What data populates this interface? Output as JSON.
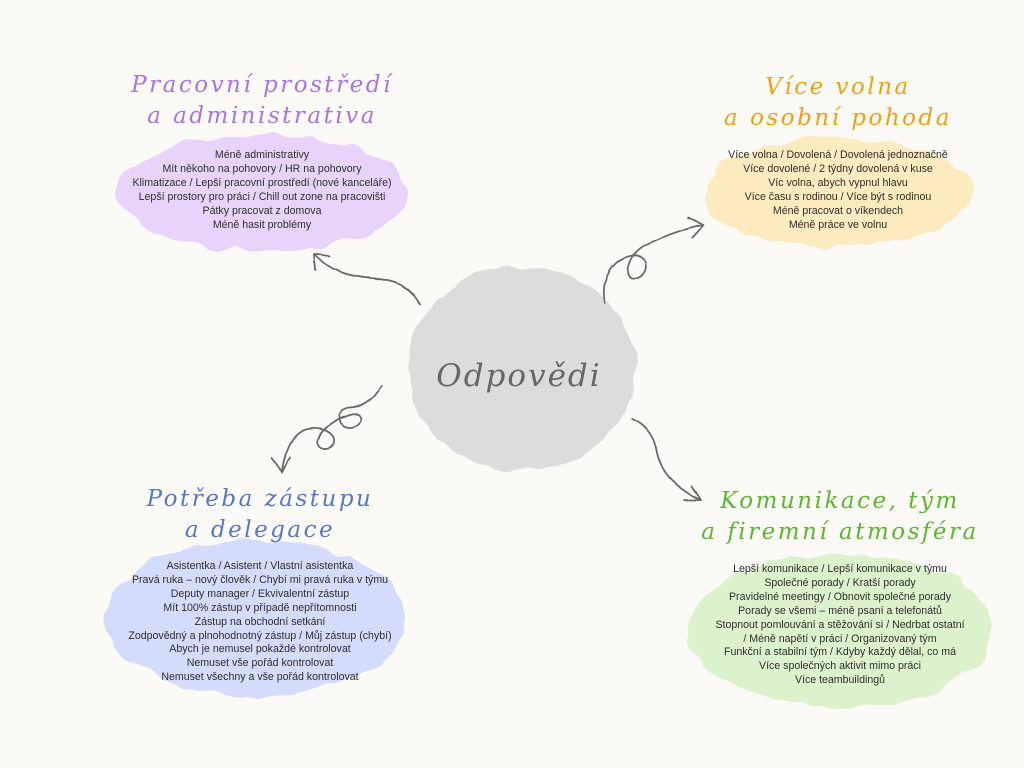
{
  "center": {
    "label": "Odpovědi"
  },
  "branches": {
    "top_left": {
      "title_line1": "Pracovní prostředí",
      "title_line2": "a administrativa",
      "color": "#a874e0",
      "blob_color": "#e8d4fa",
      "items": [
        "Méně administrativy",
        "Mít někoho na pohovory / HR na pohovory",
        "Klimatizace / Lepší pracovní prostředí (nové kanceláře)",
        "Lepší prostory pro práci / Chill out zone na pracovišti",
        "Pátky pracovat z domova",
        "Méně hasit problémy"
      ]
    },
    "top_right": {
      "title_line1": "Více volna",
      "title_line2": "a osobní pohoda",
      "color": "#f0a012",
      "blob_color": "#fcebbf",
      "items": [
        "Více volna / Dovolená / Dovolená jednoznačně",
        "Více dovolené / 2 týdny dovolená v kuse",
        "Víc volna, abych vypnul hlavu",
        "Více času s rodinou / Více být s rodinou",
        "Méně pracovat o víkendech",
        "Méně práce ve volnu"
      ]
    },
    "bottom_left": {
      "title_line1": "Potřeba zástupu",
      "title_line2": "a delegace",
      "color": "#5877c6",
      "blob_color": "#d3dcfb",
      "items": [
        "Asistentka / Asistent / Vlastní asistentka",
        "Pravá ruka – nový člověk / Chybí mi pravá ruka v týmu",
        "Deputy manager / Ekvivalentní zástup",
        "Mít 100% zástup v případě nepřítomnosti",
        "Zástup na obchodní setkání",
        "Zodpovědný a plnohodnotný zástup / Můj zástup (chybí)",
        "Abych je nemusel pokaždé kontrolovat",
        "Nemuset vše pořád kontrolovat",
        "Nemuset všechny a vše pořád kontrolovat"
      ]
    },
    "bottom_right": {
      "title_line1": "Komunikace, tým",
      "title_line2": "a firemní atmosféra",
      "color": "#5ab82e",
      "blob_color": "#dcf2cc",
      "items": [
        "Lepší komunikace / Lepší komunikace v týmu",
        "Společné porady / Kratší porady",
        "Pravidelné meetingy / Obnovit společné porady",
        "Porady se všemi – méně psaní a telefonátů",
        "Stopnout pomlouvání a stěžování si / Nedrbat ostatní",
        "/ Méně napětí v práci / Organizovaný tým",
        "Funkční a stabilní tým / Kdyby každý dělal, co má",
        "Více společných aktivit mimo práci",
        "Více teambuildingů"
      ]
    }
  },
  "center_color": "#dcdcdc",
  "arrow_color": "#6a6a6a"
}
